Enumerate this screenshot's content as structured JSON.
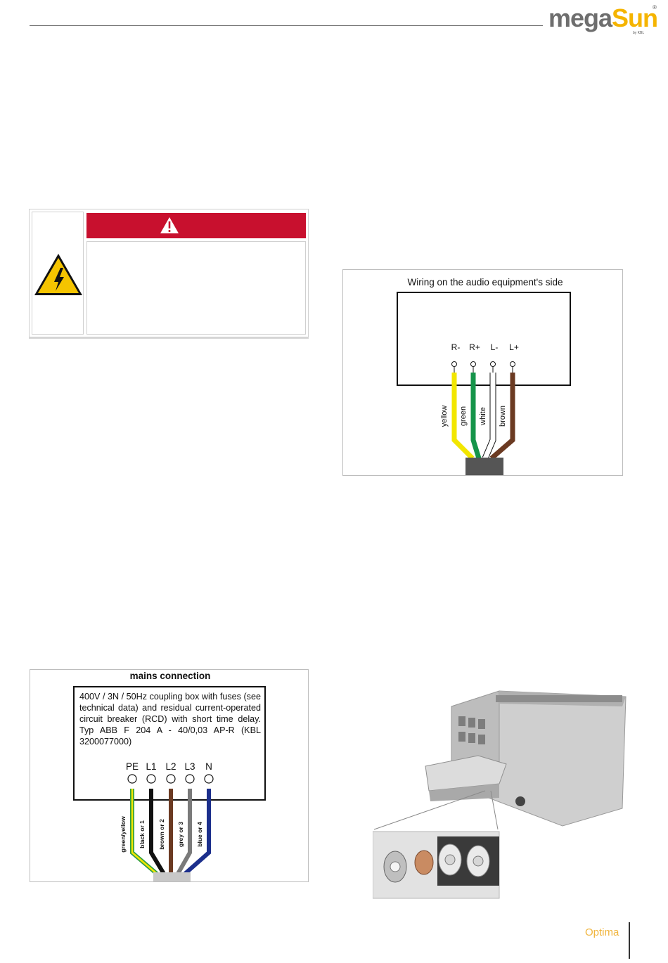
{
  "header": {
    "brand_part1": "mega",
    "brand_part2": "Sun",
    "brand_sub": "by KBL",
    "brand_reg": "®"
  },
  "footer": {
    "product": "Optima"
  },
  "audio_diagram": {
    "title": "Wiring on the audio equipment's side",
    "terminals": [
      "R-",
      "R+",
      "L-",
      "L+"
    ],
    "wires": [
      {
        "label": "yellow",
        "color": "#f2e600"
      },
      {
        "label": "green",
        "color": "#15944a"
      },
      {
        "label": "white",
        "color": "#ffffff"
      },
      {
        "label": "brown",
        "color": "#6b3a22"
      }
    ]
  },
  "mains_diagram": {
    "title": "mains connection",
    "description": "400V / 3N / 50Hz coupling box with fuses (see technical data) and residual current-operated circuit breaker (RCD)  with short time delay. Typ ABB F 204 A - 40/0,03 AP-R (KBL 3200077000)",
    "terminals": [
      "PE",
      "L1",
      "L2",
      "L3",
      "N"
    ],
    "wires": [
      {
        "label": "green/yellow",
        "color": "#2f9e44",
        "stripe": "#f2e600"
      },
      {
        "label": "black or 1",
        "color": "#111111"
      },
      {
        "label": "brown or 2",
        "color": "#6b3a22"
      },
      {
        "label": "grey or 3",
        "color": "#7a7a7a"
      },
      {
        "label": "blue or 4",
        "color": "#1c2f8c"
      }
    ]
  },
  "colors": {
    "danger_red": "#c8102e",
    "footer_accent": "#f0b43c",
    "logo_yellow": "#f5b400"
  }
}
